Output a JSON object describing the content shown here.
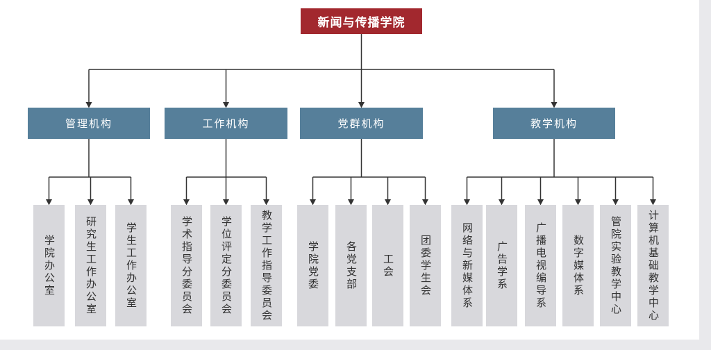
{
  "palette": {
    "root_bg": "#a2282e",
    "root_text": "#ffffff",
    "group_bg": "#567f9a",
    "group_text": "#ffffff",
    "child_bg": "#d8d8dc",
    "child_text": "#333333",
    "line": "#333333",
    "canvas_bg": "#ffffff"
  },
  "chart_type": "org-chart",
  "root": {
    "label": "新闻与传播学院"
  },
  "groups": [
    {
      "label": "管理机构",
      "children": [
        "学院办公室",
        "研究生工作办公室",
        "学生工作办公室"
      ]
    },
    {
      "label": "工作机构",
      "children": [
        "学术指导分委员会",
        "学位评定分委员会",
        "教学工作指导委员会"
      ]
    },
    {
      "label": "党群机构",
      "children": [
        "学院党委",
        "各党支部",
        "工会",
        "团委学生会"
      ]
    },
    {
      "label": "教学机构",
      "children": [
        "网络与新媒体系",
        "广告学系",
        "广播电视编导系",
        "数字媒体系",
        "管院实验教学中心",
        "计算机基础教学中心"
      ]
    }
  ]
}
